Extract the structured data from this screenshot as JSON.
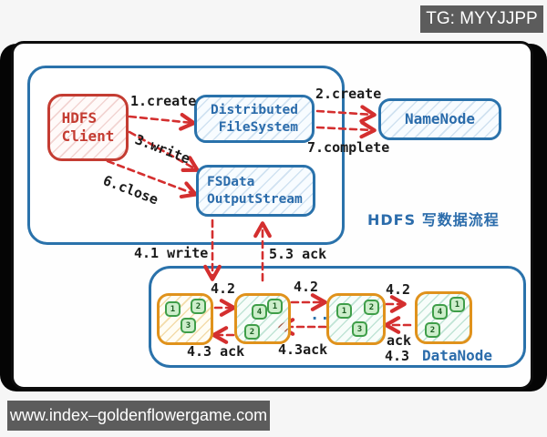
{
  "badges": {
    "top_right": "TG: MYYJJPP",
    "bottom_left": "www.index–goldenflowergame.com"
  },
  "diagram": {
    "title": "HDFS 写数据流程",
    "nodes": {
      "hdfs_client": "HDFS\nClient",
      "distributed_filesystem": "Distributed\nFileSystem",
      "namenode": "NameNode",
      "fsdata_outputstream": "FSData\nOutputStream",
      "datanode": "DataNode"
    },
    "labels": {
      "step1": "1.create",
      "step2": "2.create",
      "step3": "3.write",
      "step41": "4.1 write",
      "step42_a": "4.2",
      "step42_b": "4.2",
      "step42_c": "4.2",
      "step43_a": "4.3 ack",
      "step43_b": "4.3ack",
      "step43_c_ack": "ack",
      "step43_c_num": "4.3",
      "step53": "5.3 ack",
      "step6": "6.close",
      "step7": "7.complete",
      "ellipsis": ".."
    },
    "datanodes": [
      {
        "blocks": [
          "1",
          "2",
          "3"
        ]
      },
      {
        "blocks": [
          "4",
          "1",
          "2"
        ]
      },
      {
        "blocks": [
          "1",
          "2",
          "3"
        ]
      },
      {
        "blocks": [
          "4",
          "1",
          "2"
        ]
      }
    ],
    "colors": {
      "node_red": "#c43c32",
      "arrow_red": "#d42f2f",
      "node_blue": "#2a72ab",
      "datanode_orange": "#e0921c",
      "block_green_border": "#3f9e49",
      "block_green_fill": "#cdeecb",
      "badge_gray": "#5c5c5c",
      "frame_black": "#050505"
    }
  }
}
